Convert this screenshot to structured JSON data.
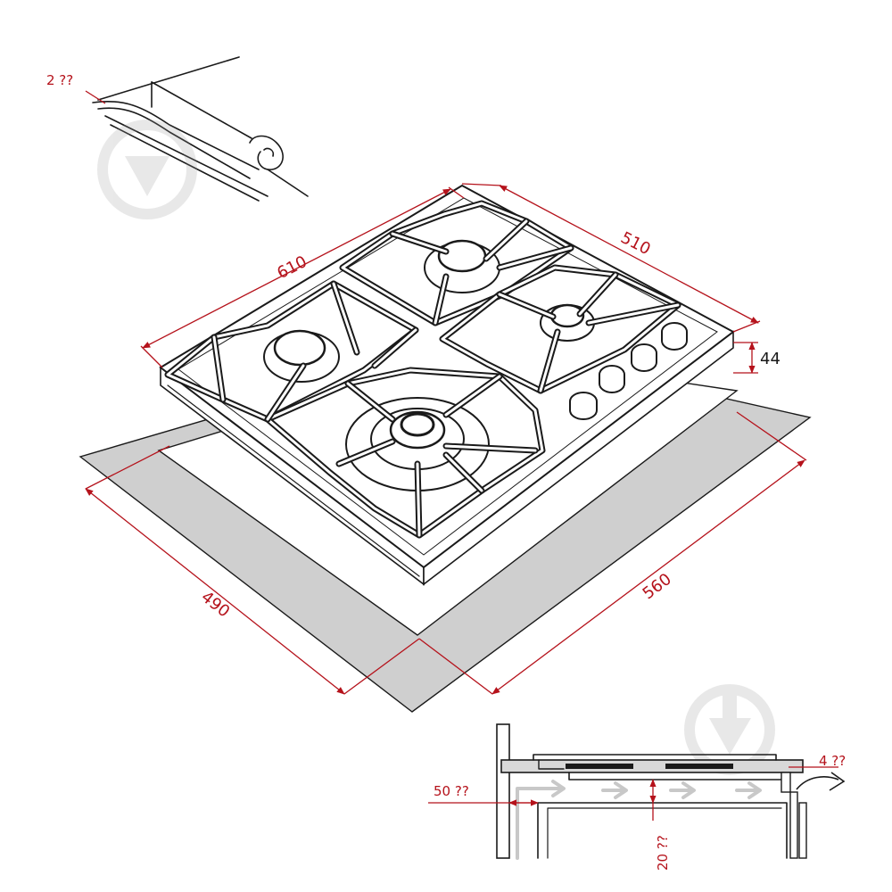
{
  "dimensions": {
    "width_top": "610",
    "depth_top": "510",
    "height": "44",
    "cutout_width": "560",
    "cutout_depth": "490"
  },
  "detail_top": {
    "seal_thickness": "2 ??"
  },
  "detail_bottom": {
    "wall_gap": "50 ??",
    "air_gap": "20 ??",
    "rear_gap": "4 ??"
  },
  "colors": {
    "dimension": "#b5121b",
    "cutout_fill": "#cfcfcf",
    "line": "#1a1a1a"
  },
  "icons": [
    "watermark-icon"
  ]
}
